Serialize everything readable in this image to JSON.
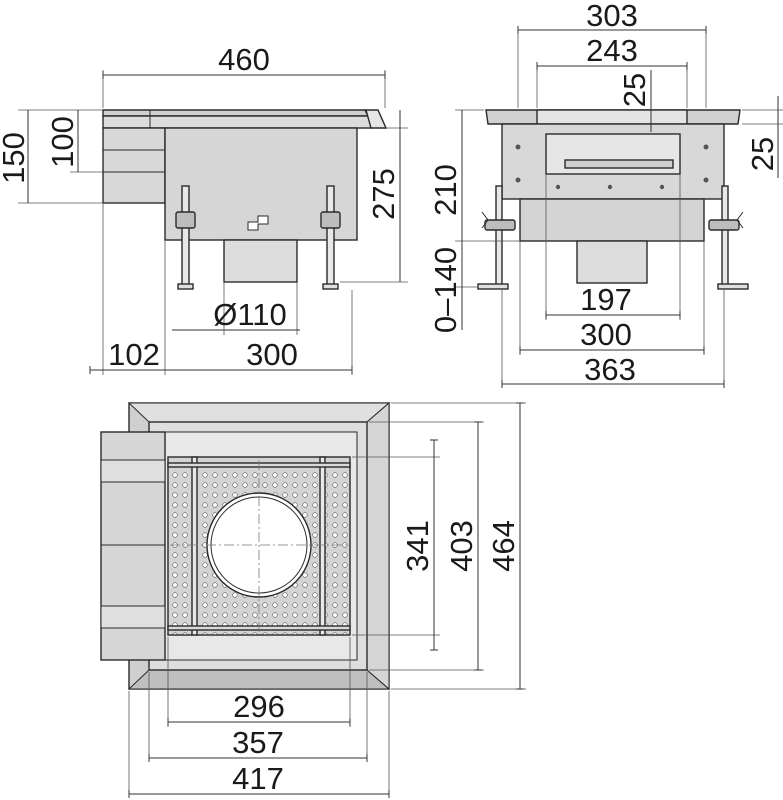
{
  "colors": {
    "body_fill": "#d8d8d8",
    "frame_fill": "#cfcfcf",
    "light_fill": "#ececec",
    "line": "#2a2a2a"
  },
  "front_view": {
    "width_overall": "460",
    "height_inlet": "150",
    "height_inner": "100",
    "height_body": "275",
    "pipe_diameter": "Ø110",
    "offset_left": "102",
    "body_width": "300"
  },
  "side_view": {
    "width_top": "303",
    "width_grate": "243",
    "grate_depth": "25",
    "frame_height": "25",
    "body_height": "210",
    "leg_range": "0–140",
    "width_197": "197",
    "width_300": "300",
    "width_363": "363"
  },
  "plan_view": {
    "height_341": "341",
    "height_403": "403",
    "height_464": "464",
    "width_296": "296",
    "width_357": "357",
    "width_417": "417"
  }
}
